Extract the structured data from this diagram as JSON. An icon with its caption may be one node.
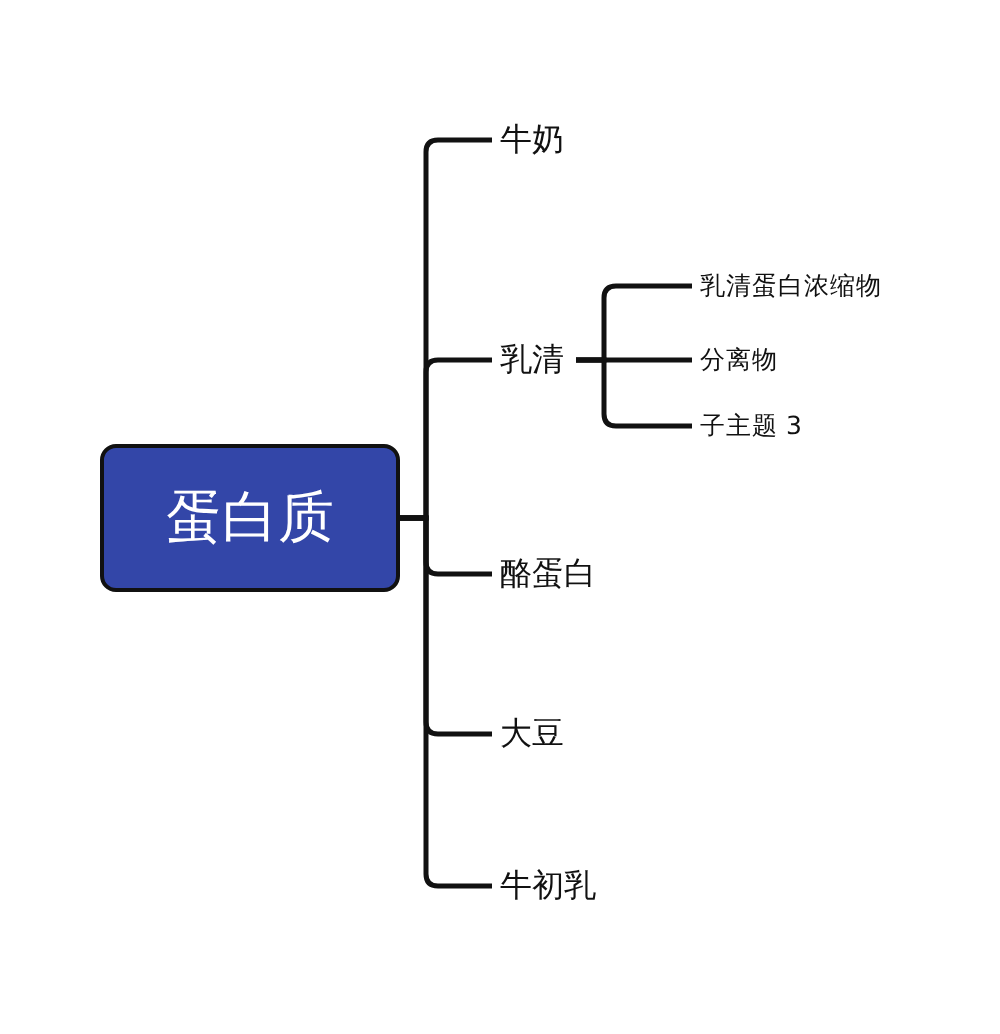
{
  "diagram": {
    "nodes": [
      {
        "text": [
          "蛋白质"
        ]
      },
      {
        "text": [
          "牛奶"
        ]
      },
      {
        "text": [
          "乳清"
        ]
      },
      {
        "text": [
          "酪蛋白"
        ]
      },
      {
        "text": [
          "大豆"
        ]
      },
      {
        "text": [
          "牛初乳"
        ]
      },
      {
        "text": [
          "乳清蛋白浓缩物"
        ]
      },
      {
        "text": [
          "分离物"
        ]
      },
      {
        "text": [
          "子主题 3"
        ]
      }
    ],
    "edges": [
      {
        "from": 0,
        "to": 1,
        "arrow": "none"
      },
      {
        "from": 0,
        "to": 2,
        "arrow": "none"
      },
      {
        "from": 0,
        "to": 3,
        "arrow": "none"
      },
      {
        "from": 0,
        "to": 4,
        "arrow": "none"
      },
      {
        "from": 0,
        "to": 5,
        "arrow": "none"
      },
      {
        "from": 2,
        "to": 6,
        "arrow": "none"
      },
      {
        "from": 2,
        "to": 7,
        "arrow": "none"
      },
      {
        "from": 2,
        "to": 8,
        "arrow": "none"
      }
    ]
  }
}
